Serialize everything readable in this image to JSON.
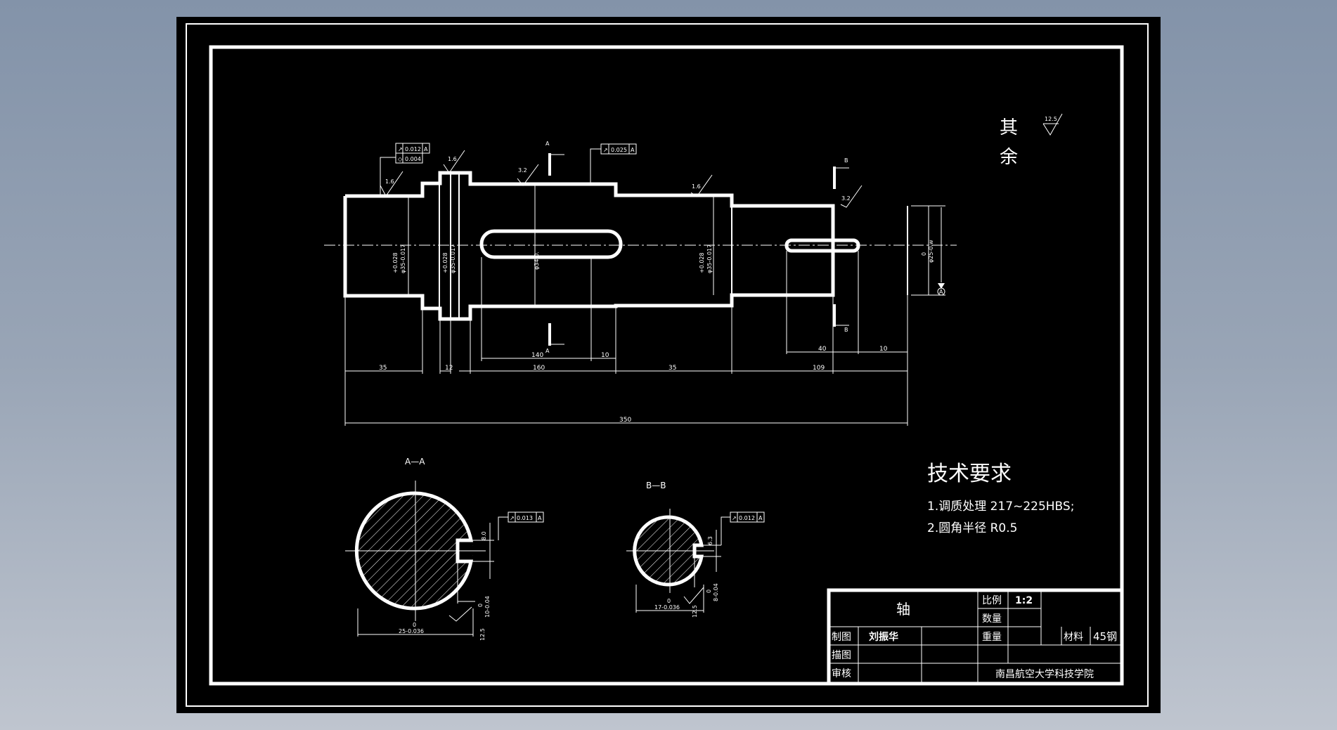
{
  "drawing": {
    "roughness_note": {
      "label_top": "其",
      "label_bottom": "余",
      "value": "12.5"
    },
    "tolerances": {
      "runout": "0.012",
      "cyl": "0.004",
      "runout2": "0.025",
      "datum": "A",
      "datum_b": "A"
    },
    "roughness": {
      "r1": "1.6",
      "r2": "1.6",
      "r3": "3.2",
      "r4": "1.6",
      "r5": "3.2"
    },
    "diameters": {
      "d1": "φ35-0.017",
      "d1u": "+0.028",
      "d2": "φ35-0.017",
      "d2u": "+0.028",
      "d3": "φ34-0.",
      "d3u": "0",
      "d4": "φ35-0.017",
      "d4u": "+0.028",
      "d5": "φ25-0.w",
      "d5u": "0"
    },
    "section_marks": {
      "a": "A",
      "b": "B"
    },
    "dims": {
      "l35a": "35",
      "l12": "12",
      "l160": "160",
      "l35b": "35",
      "l109": "109",
      "l350": "350",
      "l140": "140",
      "l10a": "10",
      "l40": "40",
      "l10b": "10"
    },
    "section_aa": {
      "title": "A—A",
      "tol": "0.013",
      "datum": "A",
      "w": "8.0",
      "depth": "0",
      "depth2": "10-0.04",
      "dia": "0",
      "dia2": "25-0.036",
      "rough": "12.5"
    },
    "section_bb": {
      "title": "B—B",
      "tol": "0.012",
      "datum": "A",
      "w": "6.3",
      "depth": "0",
      "depth2": "8-0.04",
      "dia": "0",
      "dia2": "17-0.036",
      "rough": "12.5"
    },
    "tech_req": {
      "title": "技术要求",
      "line1": "1.调质处理 217~225HBS;",
      "line2": "2.圆角半径 R0.5"
    },
    "title_block": {
      "part_name": "轴",
      "scale_label": "比例",
      "scale_value": "1:2",
      "qty_label": "数量",
      "weight_label": "重量",
      "material_label": "材料",
      "material_value": "45钢",
      "drawn_label": "制图",
      "drawn_value": "刘振华",
      "traced_label": "描图",
      "review_label": "审核",
      "school": "南昌航空大学科技学院"
    }
  },
  "colors": {
    "background": "#8393a9",
    "paper": "#000000",
    "ink": "#ffffff"
  }
}
